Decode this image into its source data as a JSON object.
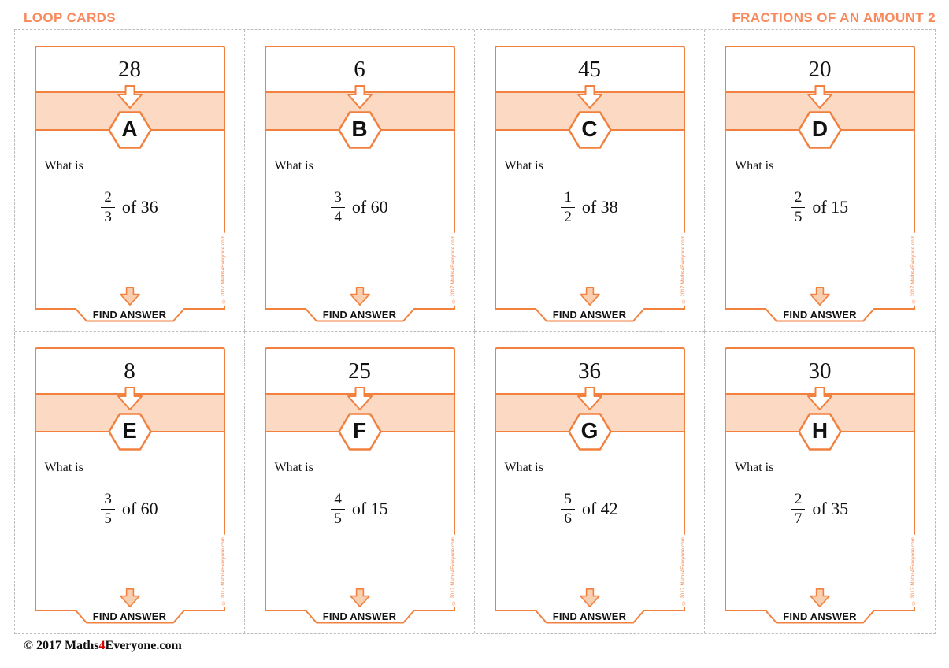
{
  "header": {
    "left_title": "LOOP CARDS",
    "right_title": "FRACTIONS OF AN AMOUNT 2"
  },
  "labels": {
    "what_is": "What is",
    "of": "of",
    "find_answer": "FIND ANSWER",
    "side_copyright": "© 2017 Maths4Everyone.com"
  },
  "colors": {
    "accent_orange": "#F2803E",
    "band_peach": "#FBD9C3",
    "arrow_peach": "#F9CFB2",
    "header_orange": "#F8895C",
    "dashed_gray": "#BDBDBD",
    "footer_red": "#D60000"
  },
  "cards": [
    {
      "letter": "A",
      "top_number": "28",
      "fraction_numerator": "2",
      "fraction_denominator": "3",
      "amount": "36"
    },
    {
      "letter": "B",
      "top_number": "6",
      "fraction_numerator": "3",
      "fraction_denominator": "4",
      "amount": "60"
    },
    {
      "letter": "C",
      "top_number": "45",
      "fraction_numerator": "1",
      "fraction_denominator": "2",
      "amount": "38"
    },
    {
      "letter": "D",
      "top_number": "20",
      "fraction_numerator": "2",
      "fraction_denominator": "5",
      "amount": "15"
    },
    {
      "letter": "E",
      "top_number": "8",
      "fraction_numerator": "3",
      "fraction_denominator": "5",
      "amount": "60"
    },
    {
      "letter": "F",
      "top_number": "25",
      "fraction_numerator": "4",
      "fraction_denominator": "5",
      "amount": "15"
    },
    {
      "letter": "G",
      "top_number": "36",
      "fraction_numerator": "5",
      "fraction_denominator": "6",
      "amount": "42"
    },
    {
      "letter": "H",
      "top_number": "30",
      "fraction_numerator": "2",
      "fraction_denominator": "7",
      "amount": "35"
    }
  ],
  "footer": {
    "prefix": "© 2017 Maths",
    "highlight": "4",
    "suffix": "Everyone.com"
  }
}
